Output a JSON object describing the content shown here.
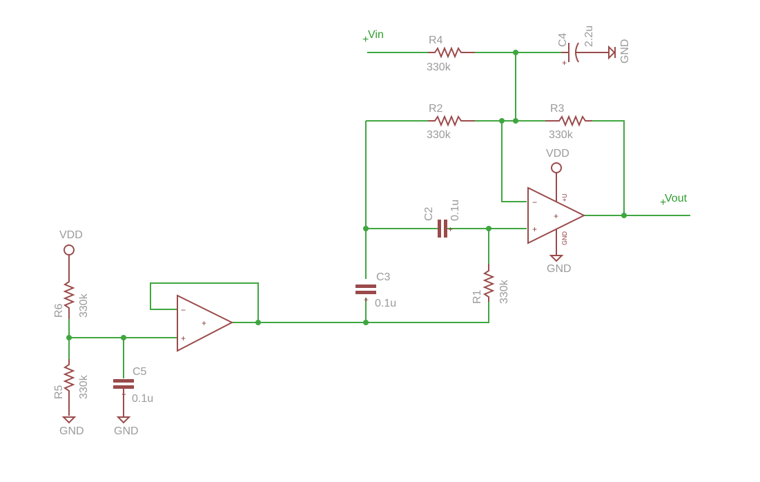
{
  "colors": {
    "background": "#ffffff",
    "wire": "#3fa63f",
    "part": "#9a4a4a",
    "label": "#9b9b9b",
    "net_label": "#2e9c2e"
  },
  "nets": {
    "vin": "Vin",
    "vout": "Vout"
  },
  "supplies": {
    "vdd_top": "VDD",
    "vdd_left": "VDD",
    "gnd_c4": "GND",
    "gnd_opamp": "GND",
    "gnd_r5": "GND",
    "gnd_c5": "GND"
  },
  "components": {
    "r1": {
      "name": "R1",
      "value": "330k"
    },
    "r2": {
      "name": "R2",
      "value": "330k"
    },
    "r3": {
      "name": "R3",
      "value": "330k"
    },
    "r4": {
      "name": "R4",
      "value": "330k"
    },
    "r5": {
      "name": "R5",
      "value": "330k"
    },
    "r6": {
      "name": "R6",
      "value": "330k"
    },
    "c2": {
      "name": "C2",
      "value": "0.1u"
    },
    "c3": {
      "name": "C3",
      "value": "0.1u"
    },
    "c4": {
      "name": "C4",
      "value": "2.2u"
    },
    "c5": {
      "name": "C5",
      "value": "0.1u"
    }
  },
  "opamp_main": {
    "minus": "−",
    "plus_in": "+",
    "plus_center": "+",
    "pin_vcc": "+U",
    "pin_gnd": "GND"
  },
  "opamp_buffer": {
    "minus": "−",
    "plus_in": "+",
    "plus_center": "+"
  },
  "cap_polarity": {
    "c2": "+",
    "c3": "+",
    "c4": "+",
    "c5": "+"
  },
  "connector_marks": {
    "vin": "+",
    "vout": "+"
  }
}
